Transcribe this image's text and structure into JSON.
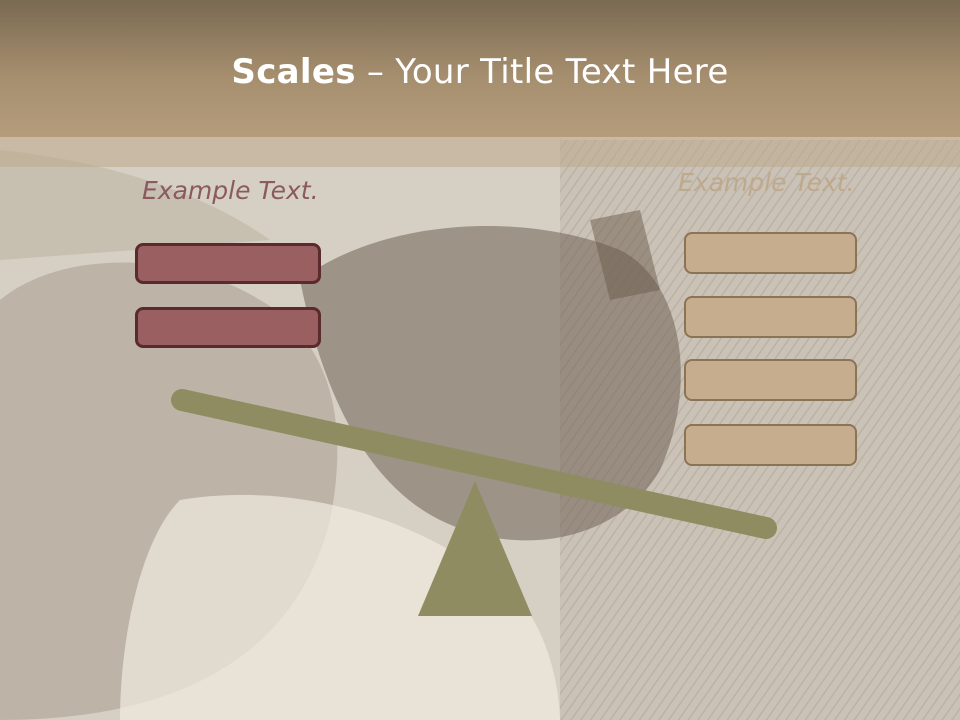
{
  "slide": {
    "title_bold": "Scales",
    "title_rest": " – Your Title Text Here",
    "left_label": "Example Text.",
    "right_label": "Example Text.",
    "left_box_count": 2,
    "right_box_count": 4
  },
  "colors": {
    "title_bar": "#a58e6e",
    "left_box": "#9a5f61",
    "right_box": "#c6ad8e",
    "beam": "#8f8c62"
  },
  "icons": {
    "fulcrum": "triangle-fulcrum",
    "beam": "tilted-beam"
  }
}
